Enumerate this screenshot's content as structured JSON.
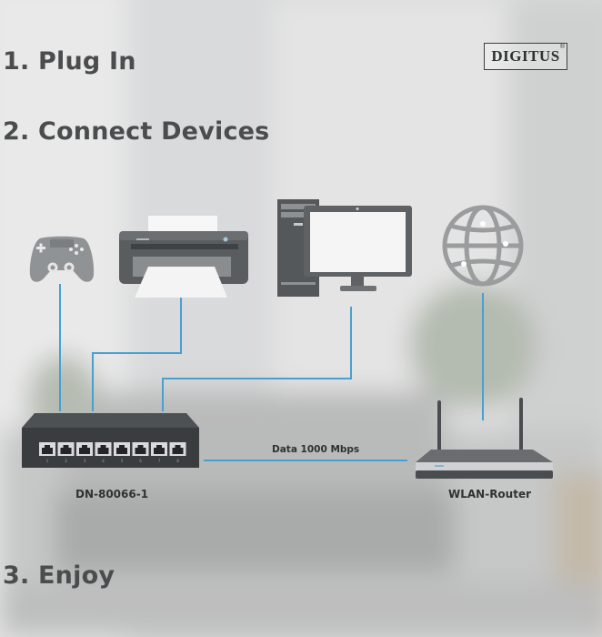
{
  "steps": {
    "step1": "1. Plug In",
    "step2": "2. Connect Devices",
    "step3": "3. Enjoy"
  },
  "brand": {
    "name": "DIGITUS",
    "mark": "®"
  },
  "devices": {
    "gamepad": "gamepad-icon",
    "printer": "printer-icon",
    "computer": "desktop-computer-icon",
    "internet": "globe-icon"
  },
  "switch": {
    "label": "DN-80066-1",
    "ports": [
      "1",
      "2",
      "3",
      "4",
      "5",
      "6",
      "7",
      "8"
    ]
  },
  "router": {
    "label": "WLAN-Router"
  },
  "link": {
    "label": "Data 1000 Mbps"
  },
  "colors": {
    "cable": "#4a9fcf",
    "heading": "#4a4c4e",
    "device": "#6b6e71"
  }
}
